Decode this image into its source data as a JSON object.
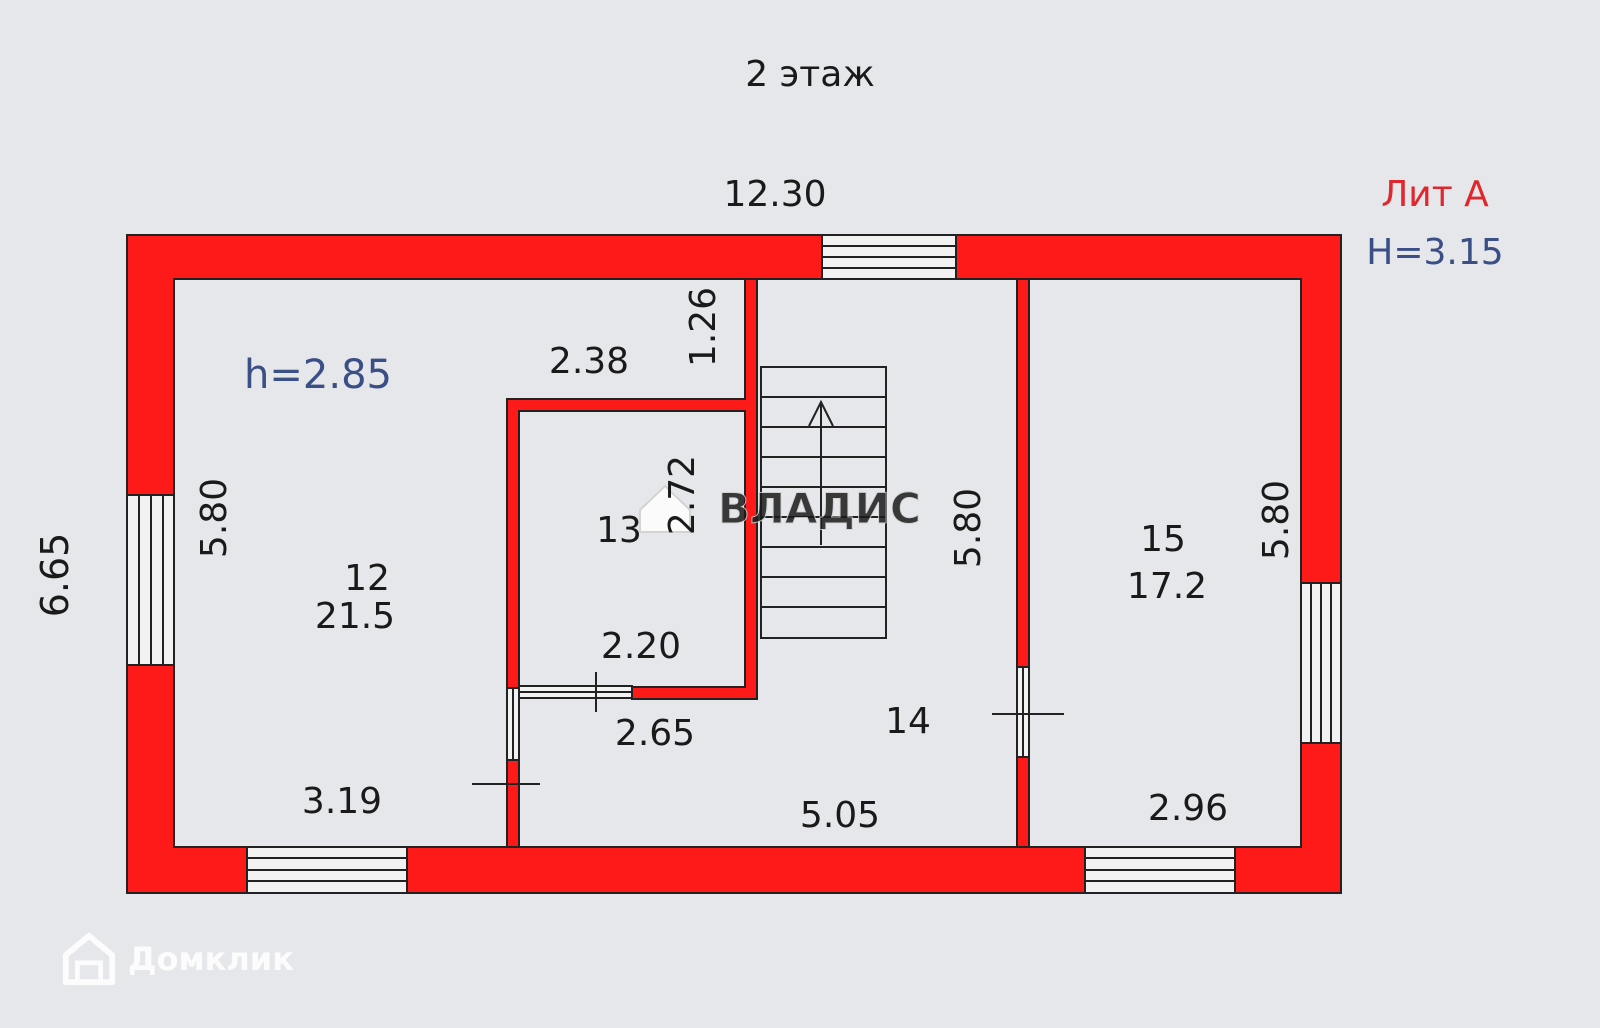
{
  "plan": {
    "floor_title": "2 этаж",
    "lit_label": "Лит А",
    "height_total": "H=3.15",
    "height_room": "h=2.85",
    "dim_top_total": "12.30",
    "dim_left_total": "6.65",
    "rooms": {
      "r12": {
        "number": "12",
        "area": "21.5",
        "width": "3.19",
        "length": "5.80"
      },
      "r13": {
        "number": "13",
        "width": "2.20",
        "length": "2.72"
      },
      "r14": {
        "number": "14",
        "width": "5.05",
        "length": "5.80",
        "dim_a": "2.65",
        "dim_b": "2.38",
        "dim_c": "1.26"
      },
      "r15": {
        "number": "15",
        "area": "17.2",
        "width": "2.96",
        "length": "5.80"
      }
    },
    "colors": {
      "wall": "#ff1a1a",
      "blue_text": "#3a4f86",
      "red_text": "#e1262d",
      "paper": "#e6e7ea"
    }
  },
  "watermarks": {
    "center": "ВЛАДИС",
    "bottom": "Домклик"
  }
}
